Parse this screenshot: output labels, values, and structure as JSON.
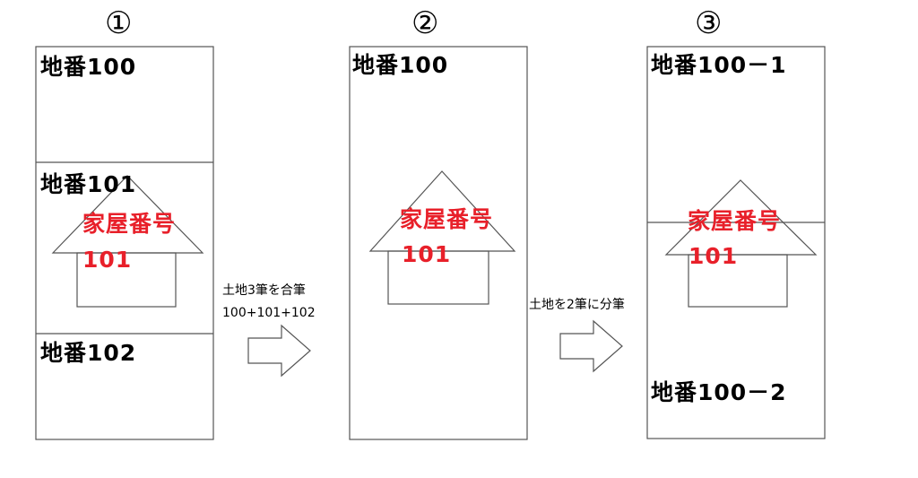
{
  "panels": [
    {
      "number": "①",
      "lots": [
        "地番100",
        "地番101",
        "地番102"
      ],
      "house": {
        "name": "家屋番号",
        "number": "101"
      }
    },
    {
      "number": "②",
      "lots": [
        "地番100"
      ],
      "house": {
        "name": "家屋番号",
        "number": "101"
      }
    },
    {
      "number": "③",
      "lots": [
        "地番100－1",
        "地番100－2"
      ],
      "house": {
        "name": "家屋番号",
        "number": "101"
      }
    }
  ],
  "operations": [
    {
      "line1": "土地3筆を合筆",
      "line2": "100+101+102"
    },
    {
      "line1": "土地を2筆に分筆"
    }
  ],
  "colors": {
    "house_label": "#e8202a",
    "lines": "#555555"
  }
}
